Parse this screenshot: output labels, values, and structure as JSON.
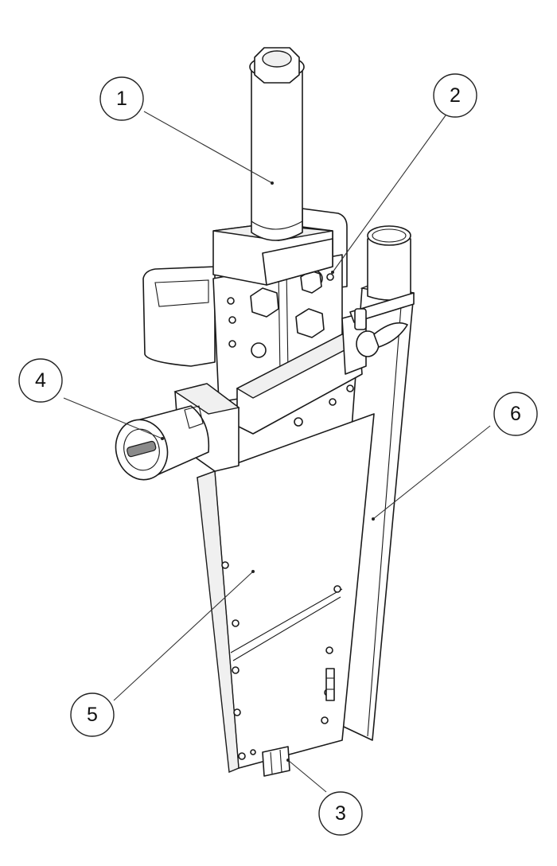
{
  "callouts": [
    {
      "label": "1"
    },
    {
      "label": "2"
    },
    {
      "label": "3"
    },
    {
      "label": "4"
    },
    {
      "label": "5"
    },
    {
      "label": "6"
    }
  ]
}
